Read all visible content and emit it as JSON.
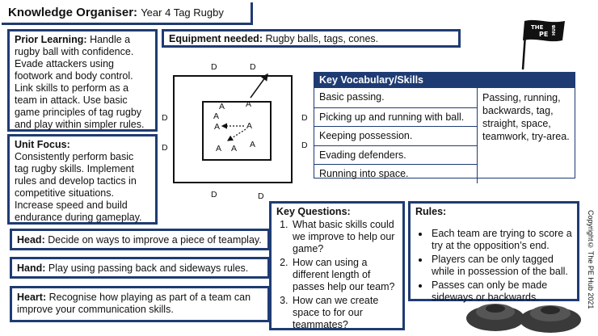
{
  "title": {
    "label": "Knowledge Organiser:",
    "text": "Year 4 Tag Rugby"
  },
  "prior_learning": {
    "label": "Prior Learning:",
    "text": "Handle a rugby ball with confidence. Evade attackers using footwork and body control. Link skills to perform as a team in attack. Use basic game principles of tag rugby and play within simpler rules."
  },
  "unit_focus": {
    "label": "Unit Focus:",
    "text": "Consistently perform basic tag rugby skills. Implement rules and develop tactics in competitive situations. Increase speed and build endurance during gameplay."
  },
  "equipment": {
    "label": "Equipment needed:",
    "text": "Rugby balls, tags, cones."
  },
  "head": {
    "label": "Head:",
    "text": "Decide on ways to improve a piece of teamplay."
  },
  "hand": {
    "label": "Hand:",
    "text": "Play using passing back and sideways rules."
  },
  "heart": {
    "label": "Heart:",
    "text": "Recognise how playing as part of a team can improve your communication skills."
  },
  "key_questions": {
    "label": "Key Questions:",
    "items": [
      "What basic skills could we improve to help our game?",
      "How can using a different length of passes help our team?",
      "How can we create space to for our teammates?"
    ]
  },
  "rules": {
    "label": "Rules:",
    "items": [
      "Each team are trying to score a try at the opposition’s end.",
      "Players can be only tagged while in possession of the ball.",
      "Passes can only be made sideways or backwards."
    ]
  },
  "vocab": {
    "header": "Key Vocabulary/Skills",
    "skills": [
      "Basic passing.",
      "Picking up and running with ball.",
      "Keeping possession.",
      "Evading defenders.",
      "Running into space."
    ],
    "words": "Passing, running, backwards, tag, straight, space, teamwork, try-area."
  },
  "diagram": {
    "defender": "D",
    "attacker": "A"
  },
  "logo": {
    "line1": "THE",
    "line2": "PE",
    "line3": "HUB"
  },
  "copyright": "Copyright© The PE Hub 2021",
  "colors": {
    "accent": "#1f3b73"
  }
}
